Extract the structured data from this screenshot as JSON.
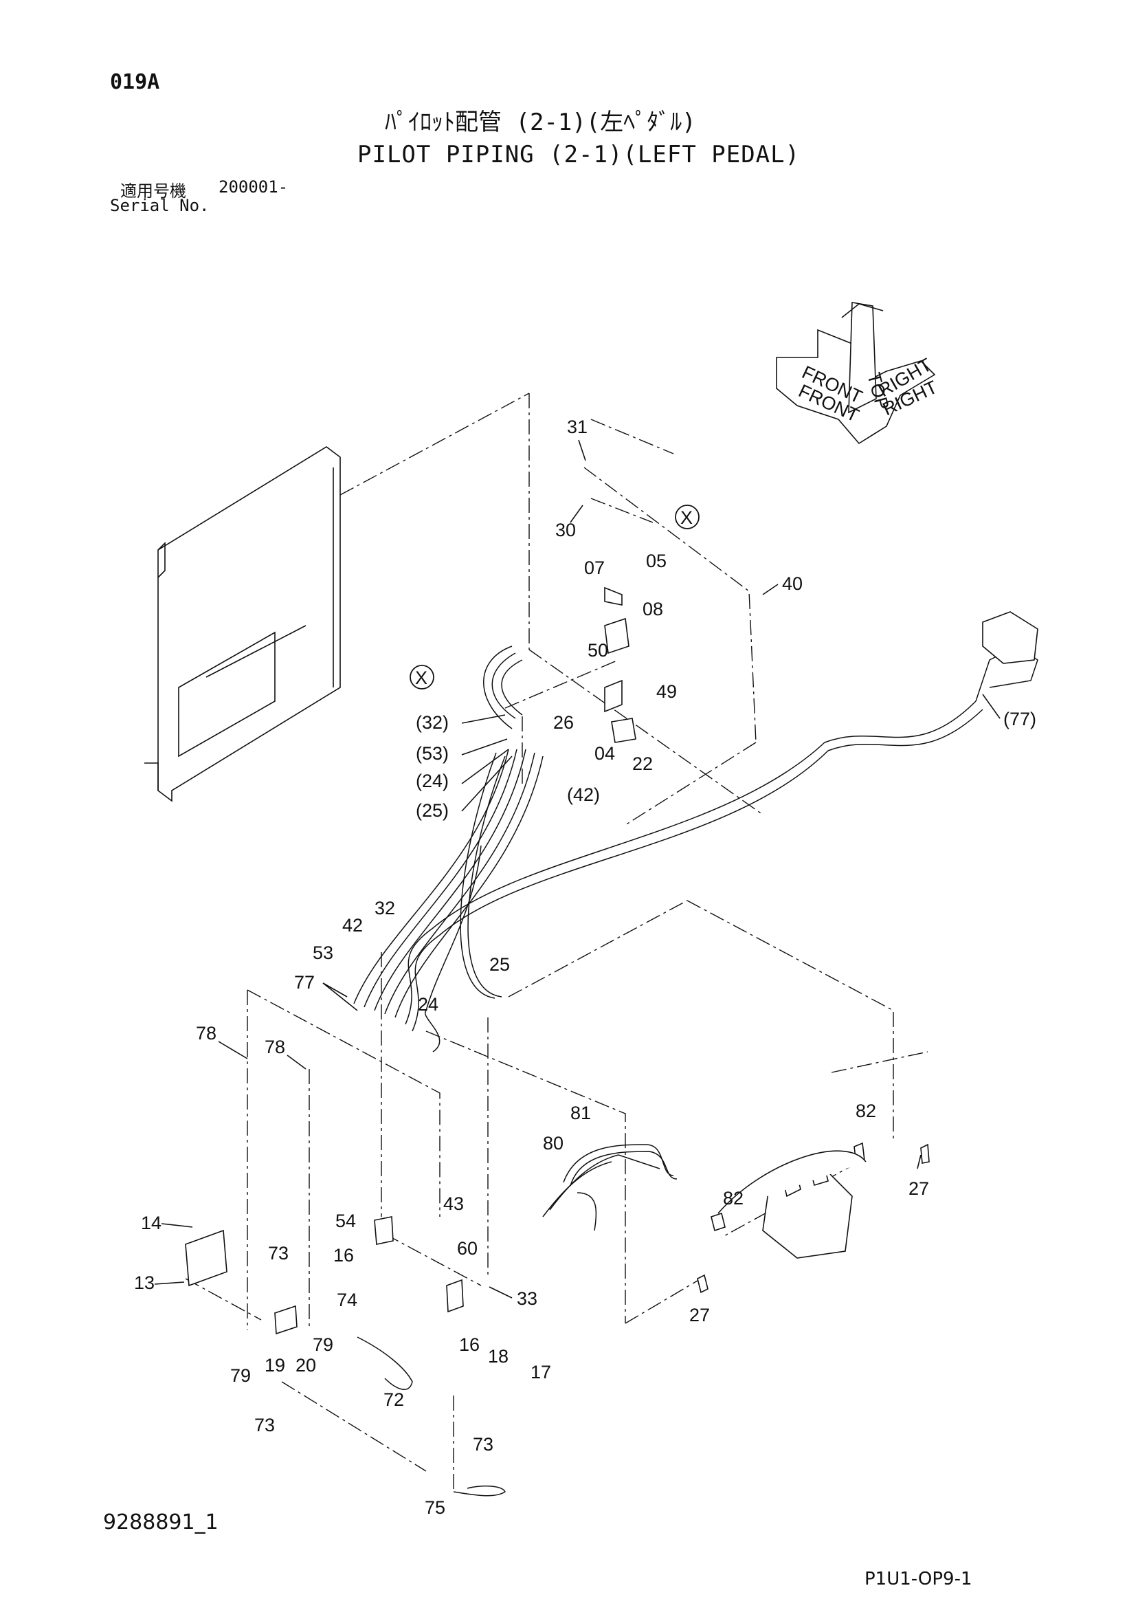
{
  "header": {
    "page_code": "019A",
    "title_jp": "ﾊﾟｲﾛｯﾄ配管 (2-1)(左ﾍﾟﾀﾞﾙ)",
    "title_en": "PILOT PIPING (2-1)(LEFT PEDAL)",
    "serial_jp_label": "適用号機",
    "serial_value": "200001-",
    "serial_en_label": "Serial No."
  },
  "footer": {
    "drawing_no": "9288891_1",
    "page_ref": "P1U1-OP9-1"
  },
  "orientation": {
    "labels": [
      "TOP",
      "FRONT",
      "RIGHT",
      "FRONT",
      "RIGHT"
    ]
  },
  "reference_marks": [
    "X",
    "X"
  ],
  "callouts": [
    "31",
    "30",
    "07",
    "05",
    "08",
    "40",
    "50",
    "49",
    "26",
    "04",
    "22",
    "(32)",
    "(53)",
    "(24)",
    "(25)",
    "(42)",
    "(77)",
    "32",
    "42",
    "53",
    "77",
    "25",
    "24",
    "78",
    "78",
    "81",
    "80",
    "82",
    "82",
    "27",
    "27",
    "14",
    "13",
    "54",
    "43",
    "16",
    "60",
    "33",
    "73",
    "74",
    "79",
    "19",
    "20",
    "16",
    "18",
    "17",
    "79",
    "72",
    "73",
    "73",
    "75"
  ]
}
